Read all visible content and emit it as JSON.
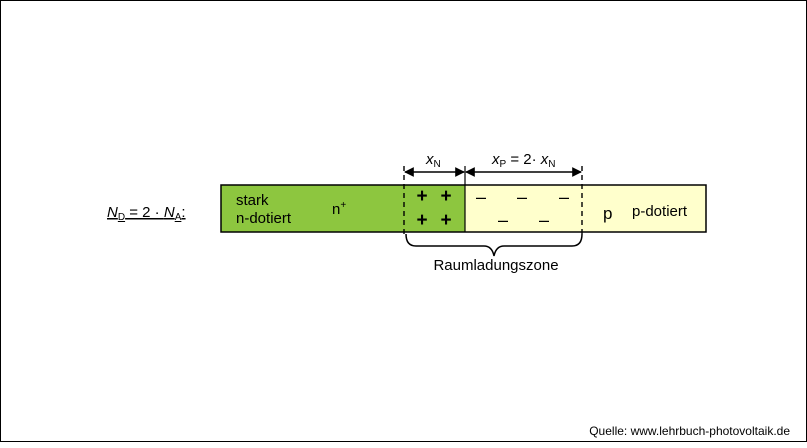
{
  "formula": {
    "nd_symbol": "N",
    "nd_sub": "D",
    "equals_factor": " = 2 · ",
    "na_symbol": "N",
    "na_sub": "A",
    "colon": ":"
  },
  "n_region": {
    "line1": "stark",
    "line2": "n-dotiert",
    "symbol": "n",
    "symbol_sup": "+",
    "color": "#8DC63F"
  },
  "p_region": {
    "symbol": "p",
    "label": "p-dotiert",
    "color": "#FFFFCC"
  },
  "charges": {
    "plus": "+",
    "minus": "–"
  },
  "dimensions": {
    "xn_symbol": "x",
    "xn_sub": "N",
    "xp_symbol": "x",
    "xp_sub": "P",
    "xp_factor": " = 2· ",
    "xp_rhs_symbol": "x",
    "xp_rhs_sub": "N"
  },
  "zone_label": "Raumladungszone",
  "source": "Quelle: www.lehrbuch-photovoltaik.de"
}
